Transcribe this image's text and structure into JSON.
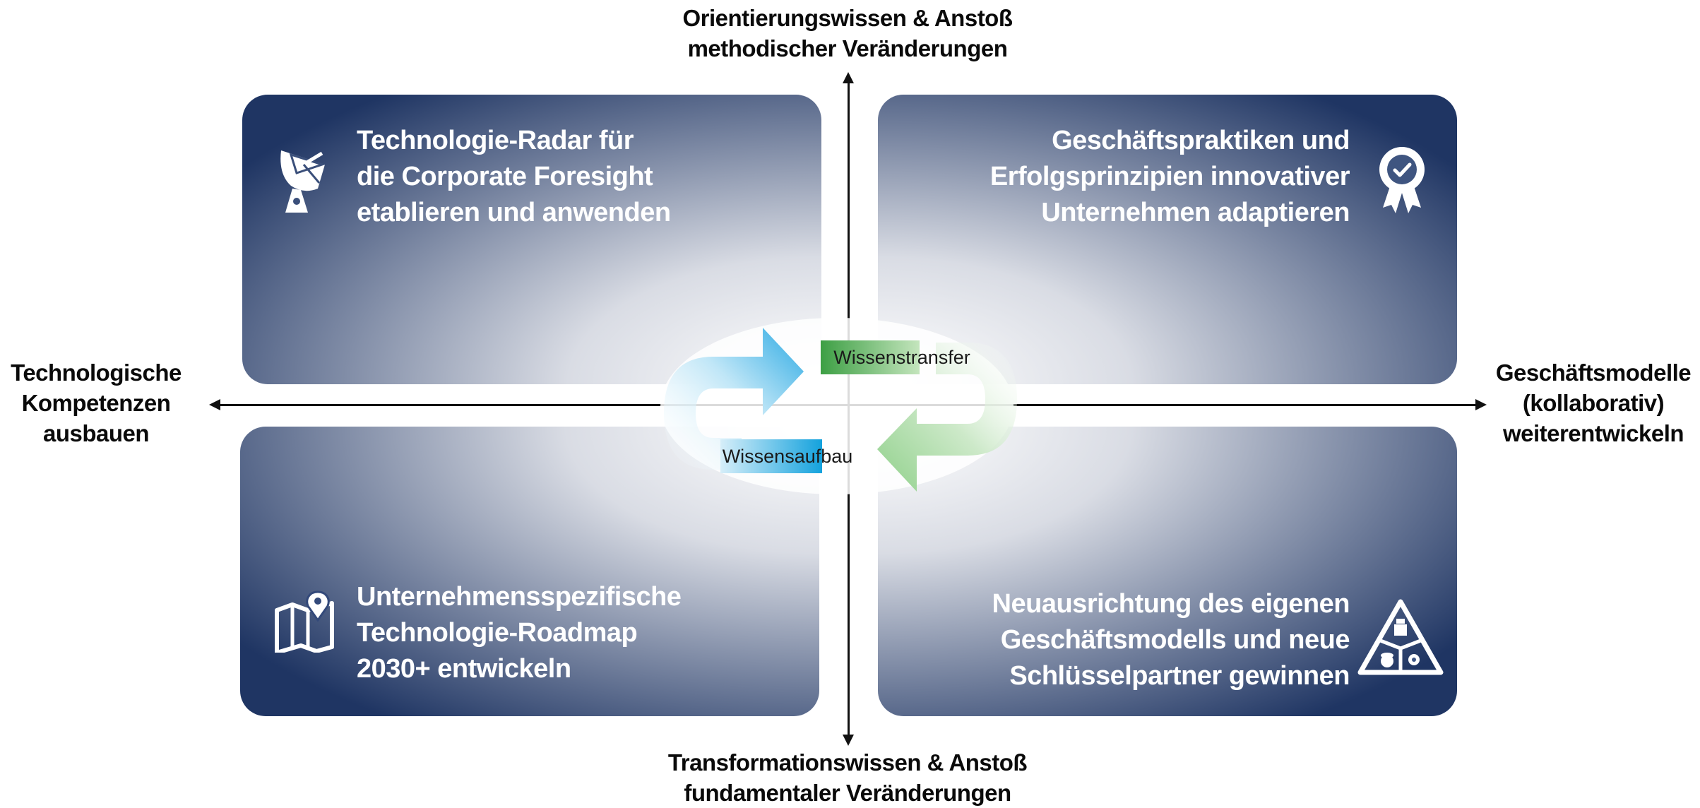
{
  "axes": {
    "top": [
      "Orientierungswissen & Anstoß",
      "methodischer Veränderungen"
    ],
    "bottom": [
      "Transformationswissen & Anstoß",
      "fundamentaler Veränderungen"
    ],
    "left": [
      "Technologische",
      "Kompetenzen",
      "ausbauen"
    ],
    "right": [
      "Geschäftsmodelle",
      "(kollaborativ)",
      "weiterentwickeln"
    ]
  },
  "quadrants": {
    "top_left": {
      "lines": [
        "Technologie-Radar für",
        "die Corporate Foresight",
        "etablieren und anwenden"
      ],
      "icon": "satellite-dish-icon"
    },
    "top_right": {
      "lines": [
        "Geschäftspraktiken und",
        "Erfolgsprinzipien innovativer",
        "Unternehmen adaptieren"
      ],
      "icon": "award-badge-icon"
    },
    "bottom_left": {
      "lines": [
        "Unternehmensspezifische",
        "Technologie-Roadmap",
        "2030+ entwickeln"
      ],
      "icon": "map-pin-icon"
    },
    "bottom_right": {
      "lines": [
        "Neuausrichtung des eigenen",
        "Geschäftsmodells und neue",
        "Schlüsselpartner gewinnen"
      ],
      "icon": "business-model-triangle-icon"
    }
  },
  "cycle": {
    "top_label": "Wissenstransfer",
    "bottom_label": "Wissensaufbau"
  },
  "colors": {
    "navy": "#1f3563",
    "cycle_blue": "#3bb3e6",
    "cycle_green": "#6dc46a",
    "label_green": "#4aa84e",
    "label_blue": "#1aa6e0"
  }
}
